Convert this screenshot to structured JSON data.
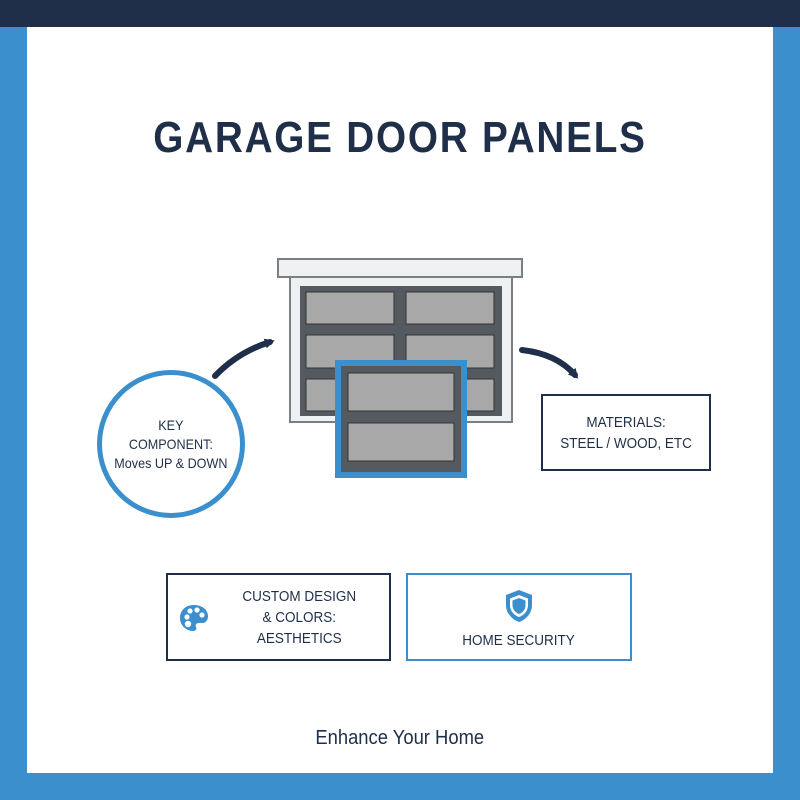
{
  "title": "GARAGE DOOR PANELS",
  "key_component": {
    "line1": "KEY",
    "line2": "COMPONENT:",
    "line3": "Moves UP & DOWN"
  },
  "materials": {
    "line1": "MATERIALS:",
    "line2": "STEEL / WOOD, ETC"
  },
  "custom_design": {
    "line1": "CUSTOM DESIGN",
    "line2": "& COLORS:",
    "line3": "AESTHETICS",
    "icon": "palette-icon"
  },
  "home_security": {
    "label": "HOME SECURITY",
    "icon": "shield-icon"
  },
  "tagline": "Enhance Your Home",
  "colors": {
    "navy": "#1f2f49",
    "blue": "#3a8fcc",
    "panel_gray": "#a8a8a8",
    "frame_gray": "#555a60"
  }
}
